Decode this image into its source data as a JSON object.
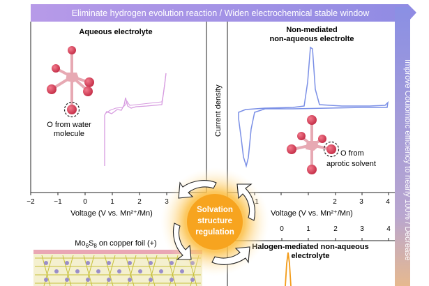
{
  "top_arrow": {
    "text": "Eliminate hydrogen evolution reaction / Widen electrochemical stable window",
    "color": "#a389e6"
  },
  "right_arrow": {
    "text": "Improve Coulombic efficiency to nearly 100% / Decrease",
    "color": "#8c8fe2"
  },
  "panels": {
    "aqueous": {
      "title": "Aqueous electrolyte",
      "annotation_line1": "O from water",
      "annotation_line2": "molecule",
      "curve_color": "#d79ce0"
    },
    "nonmediated": {
      "title_line1": "Non-mediated",
      "title_line2": "non-aqueous electrolte",
      "annotation_line1": "O from",
      "annotation_line2": "aprotic solvent",
      "curve_color": "#7a8fe6"
    },
    "halogen": {
      "title_line1": "Halogen-mediated non-aqueous",
      "title_line2": "electrolyte",
      "curve_color": "#f39c1a"
    }
  },
  "center": {
    "ylabel": "Current density",
    "label_line1": "Solvation",
    "label_line2": "structure",
    "label_line3": "regulation",
    "glow_color": "#f7a41f"
  },
  "axes": {
    "left_ticks": [
      "−2",
      "−1",
      "0",
      "1",
      "2",
      "3"
    ],
    "left_xlabel": "Voltage (V vs. Mn²⁺/Mn)",
    "right_tick_partial": "1",
    "right_ticks": [
      "2",
      "3",
      "4"
    ],
    "right_xlabel": "Voltage (V vs. Mn²⁺/Mn)",
    "bottom_ticks": [
      "0",
      "1",
      "2",
      "3",
      "4"
    ]
  },
  "cathode": {
    "label": "Mo",
    "sub1": "6",
    "mid": "S",
    "sub2": "8",
    "suffix": " on copper foil (+)"
  },
  "colors": {
    "mn": "#e7a9b3",
    "oxygen": "#d63a54",
    "foil": "#d8d14c",
    "atoms": "#9a8ec9"
  }
}
